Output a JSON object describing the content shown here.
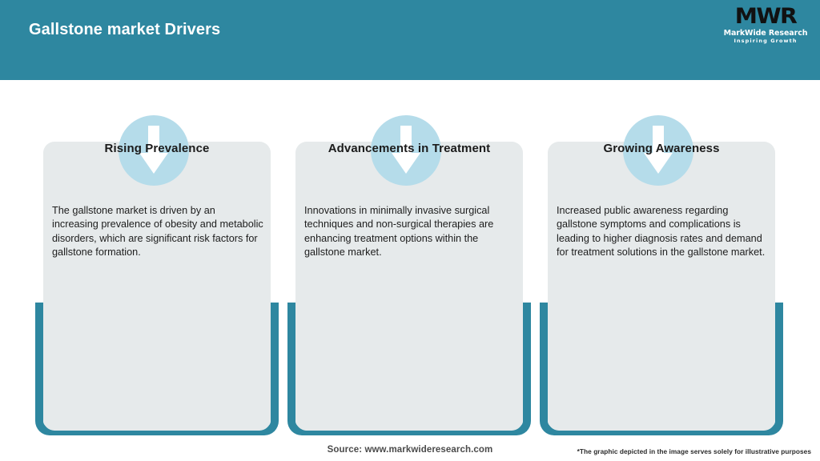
{
  "header": {
    "title": "Gallstone market Drivers",
    "background_color": "#2e87a0",
    "title_color": "#ffffff"
  },
  "logo": {
    "mark": "MWR",
    "name": "MarkWide Research",
    "tagline": "Inspiring Growth"
  },
  "colors": {
    "teal": "#2e87a0",
    "card_background": "#e6eaeb",
    "icon_circle": "#b5dcea",
    "arrow": "#ffffff",
    "page_background": "#ffffff"
  },
  "cards": [
    {
      "icon": "arrow-down-icon",
      "title": "Rising Prevalence",
      "body": "The gallstone market is driven by an increasing prevalence of obesity and metabolic disorders, which are significant risk factors for gallstone formation."
    },
    {
      "icon": "arrow-down-icon",
      "title": "Advancements in Treatment",
      "body": "Innovations in minimally invasive surgical techniques and non-surgical therapies are enhancing treatment options within the gallstone market."
    },
    {
      "icon": "arrow-down-icon",
      "title": "Growing Awareness",
      "body": "Increased public awareness regarding gallstone symptoms and complications is leading to higher diagnosis rates and demand for treatment solutions in the gallstone market."
    }
  ],
  "footer": {
    "source": "Source: www.markwideresearch.com",
    "disclaimer": "*The graphic depicted in the image serves solely for illustrative purposes"
  }
}
